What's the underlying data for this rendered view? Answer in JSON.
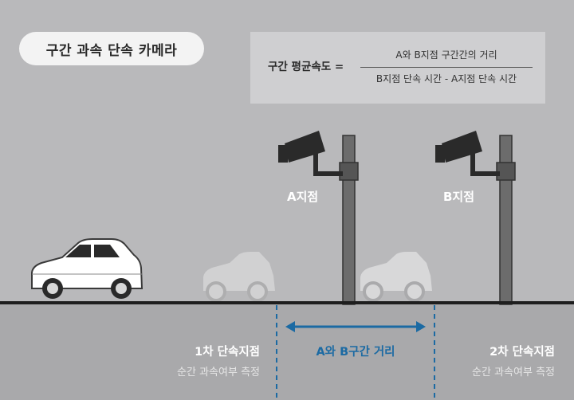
{
  "title": "구간 과속 단속 카메라",
  "formula": {
    "label": "구간 평균속도 =",
    "numerator": "A와 B지점 구간간의 거리",
    "denominator": "B지점 단속 시간 - A지점 단속 시간"
  },
  "points": {
    "a_label": "A지점",
    "b_label": "B지점"
  },
  "distance_label": "A와 B구간 거리",
  "stage1": {
    "title": "1차 단속지점",
    "subtitle": "순간 과속여부 측정"
  },
  "stage2": {
    "title": "2차 단속지점",
    "subtitle": "순간 과속여부 측정"
  },
  "colors": {
    "background": "#b9b9bb",
    "lower_area": "#a9a9ab",
    "road_line": "#1e1e1e",
    "pole": "#6c6c6c",
    "camera": "#2a2a2a",
    "accent_blue": "#1b6aa3",
    "car_white": "#ffffff"
  }
}
